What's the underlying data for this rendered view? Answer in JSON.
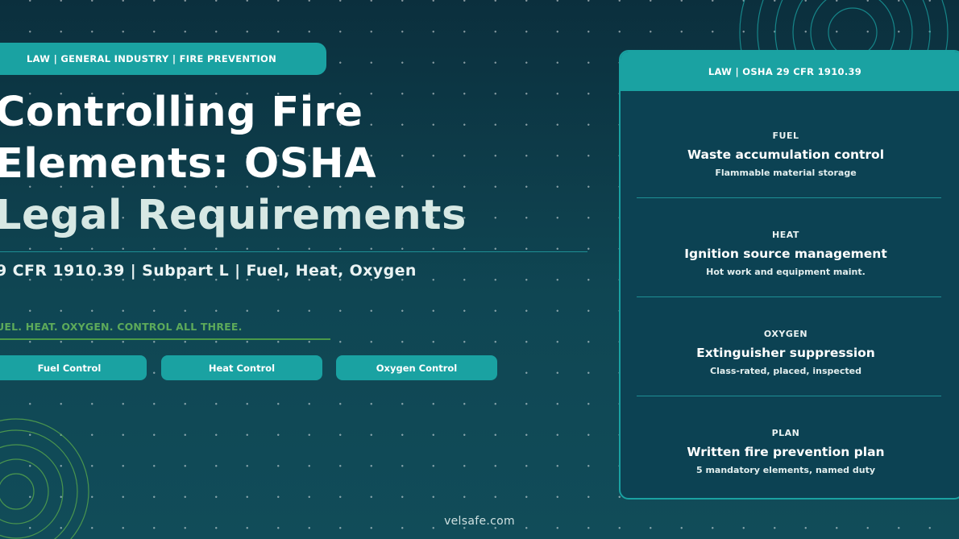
{
  "top_pill": "LAW  |  GENERAL INDUSTRY  |  FIRE PREVENTION",
  "title": {
    "line1": "Controlling Fire",
    "line2": "Elements: OSHA",
    "line3": "Legal Requirements"
  },
  "subtitle": "9 CFR 1910.39  |  Subpart L  |  Fuel, Heat, Oxygen",
  "tagline": "UEL. HEAT. OXYGEN. CONTROL ALL THREE.",
  "buttons": [
    "Fuel Control",
    "Heat Control",
    "Oxygen Control"
  ],
  "card": {
    "header": "LAW  |  OSHA 29 CFR 1910.39",
    "items": [
      {
        "kicker": "FUEL",
        "heading": "Waste accumulation control",
        "sub": "Flammable material storage"
      },
      {
        "kicker": "HEAT",
        "heading": "Ignition source management",
        "sub": "Hot work and equipment maint."
      },
      {
        "kicker": "OXYGEN",
        "heading": "Extinguisher suppression",
        "sub": "Class-rated, placed, inspected"
      },
      {
        "kicker": "PLAN",
        "heading": "Written fire prevention plan",
        "sub": "5 mandatory elements, named duty"
      }
    ]
  },
  "footer": "velsafe.com",
  "colors": {
    "accent": "#1aa2a2",
    "tagline": "#5daa5a",
    "background": "#0f4653"
  }
}
